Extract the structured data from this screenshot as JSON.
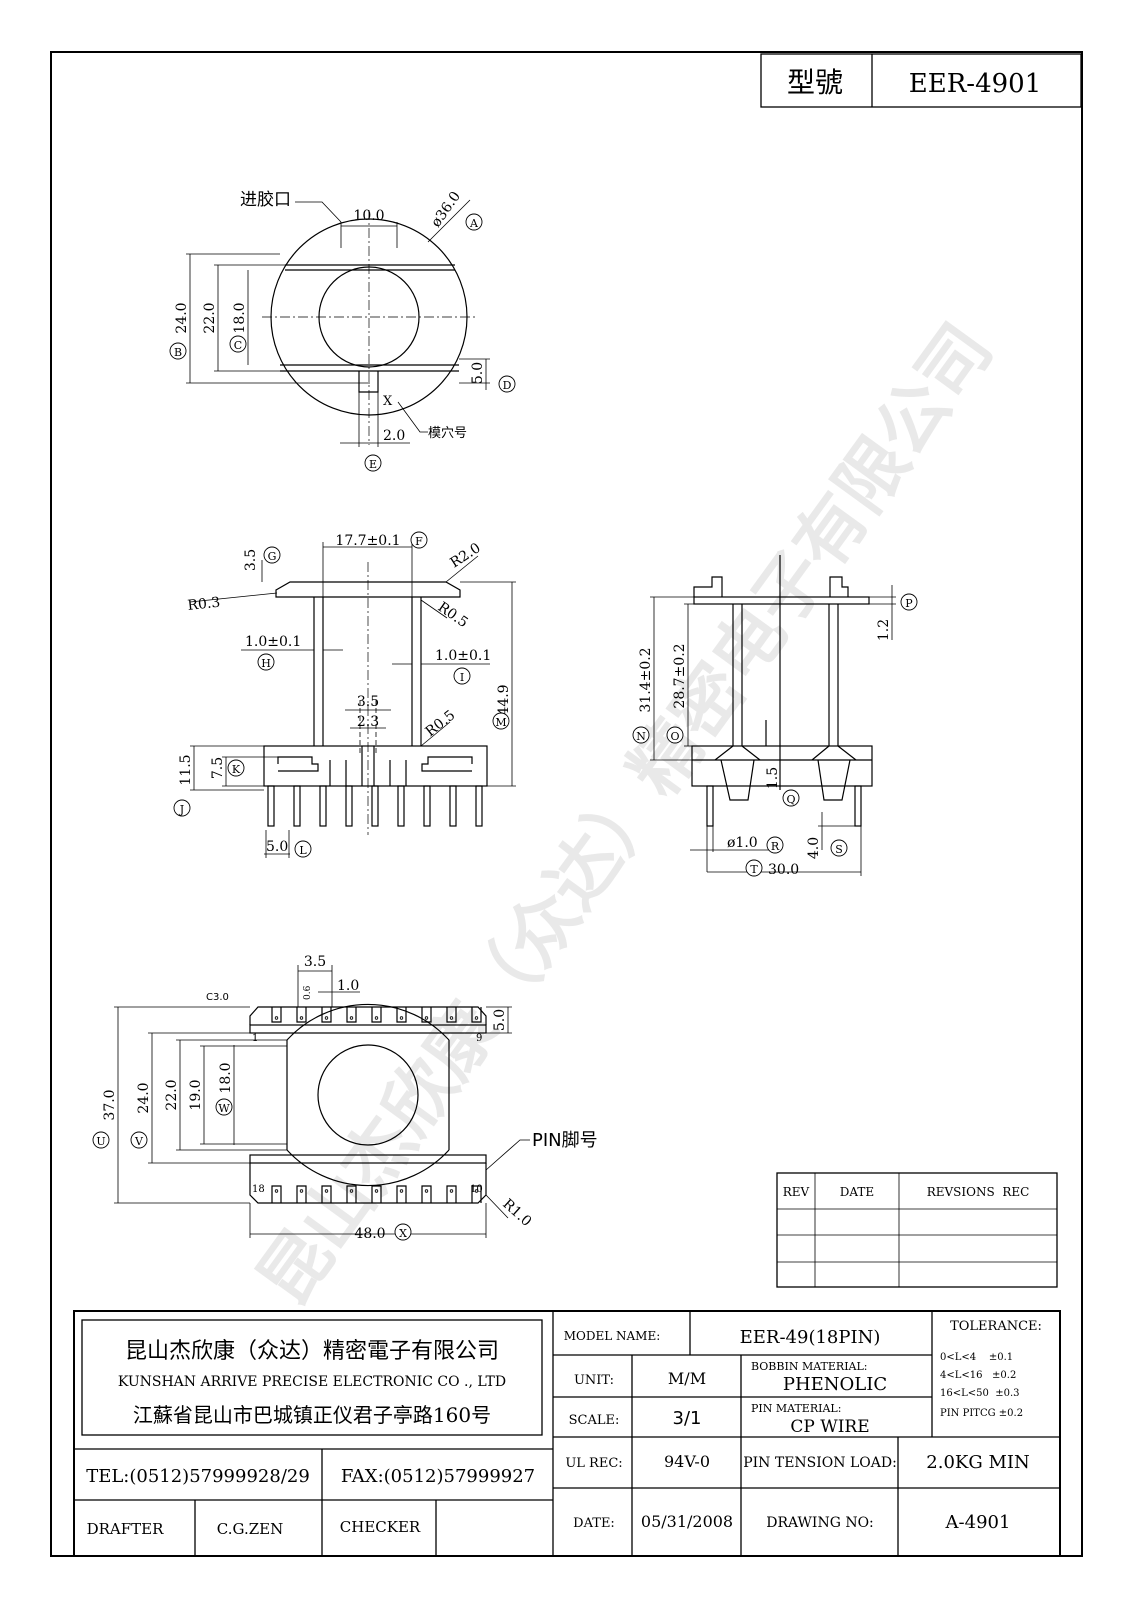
{
  "header": {
    "model_label": "型號",
    "model_value": "EER-4901"
  },
  "watermark": "昆山杰欣康（众达）精密电子有限公司",
  "top_view": {
    "gate_label": "进胶口",
    "mark_label": "模穴号",
    "mark_symbol": "X",
    "dims": {
      "gate_width": "10.0",
      "dia": "ø36.0",
      "b": "24.0",
      "c_outer": "22.0",
      "c": "18.0",
      "d": "5.0",
      "e": "2.0"
    },
    "callouts": {
      "a": "A",
      "b": "B",
      "c": "C",
      "d": "D",
      "e": "E"
    }
  },
  "front_view": {
    "dims": {
      "g": "3.5",
      "f": "17.7±0.1",
      "r2": "R2.0",
      "r03": "R0.3",
      "r05a": "R0.5",
      "h": "1.0±0.1",
      "i": "1.0±0.1",
      "center_a": "3.5",
      "center_b": "2.3",
      "r05b": "R0.5",
      "m": "44.9",
      "k": "7.5",
      "j": "11.5",
      "l": "5.0"
    },
    "callouts": {
      "g": "G",
      "f": "F",
      "h": "H",
      "i": "I",
      "m": "M",
      "k": "K",
      "j": "J",
      "l": "L"
    }
  },
  "side_view": {
    "dims": {
      "p": "1.2",
      "n": "31.4±0.2",
      "o": "28.7±0.2",
      "q": "1.5",
      "r": "ø1.0",
      "s": "4.0",
      "t": "30.0"
    },
    "callouts": {
      "p": "P",
      "n": "N",
      "o": "O",
      "q": "Q",
      "r": "R",
      "s": "S",
      "t": "T"
    }
  },
  "bottom_view": {
    "dims": {
      "c3": "C3.0",
      "slot": "3.5",
      "pin_w": "1.0",
      "small": "0.6",
      "flange": "5.0",
      "u": "37.0",
      "v": "24.0",
      "inner_a": "22.0",
      "inner_b": "19.0",
      "w": "18.0",
      "r1": "R1.0",
      "x": "48.0"
    },
    "pin_numbers": {
      "p1": "1",
      "p9": "9",
      "p18": "18",
      "p10": "10"
    },
    "pin_label": "PIN脚号",
    "callouts": {
      "u": "U",
      "v": "V",
      "w": "W",
      "x": "X"
    }
  },
  "revision_table": {
    "headers": [
      "REV",
      "DATE",
      "REVSIONS  REC"
    ]
  },
  "company": {
    "name_cn": "昆山杰欣康（众达）精密電子有限公司",
    "name_en": "KUNSHAN ARRIVE PRECISE ELECTRONIC CO ., LTD",
    "address": "江蘇省昆山市巴城镇正仪君子亭路160号",
    "tel": "TEL:(0512)57999928/29",
    "fax": "FAX:(0512)57999927",
    "drafter_label": "DRAFTER",
    "drafter": "C.G.ZEN",
    "checker_label": "CHECKER",
    "checker": ""
  },
  "specs": {
    "model_name_label": "MODEL NAME:",
    "model_name": "EER-49(18PIN)",
    "unit_label": "UNIT:",
    "unit": "M/M",
    "bobbin_label": "BOBBIN MATERIAL:",
    "bobbin": "PHENOLIC",
    "scale_label": "SCALE:",
    "scale": "3/1",
    "pin_material_label": "PIN MATERIAL:",
    "pin_material": "CP WIRE",
    "ul_label": "UL REC:",
    "ul": "94V-0",
    "tension_label": "PIN TENSION LOAD:",
    "tension": "2.0KG MIN",
    "date_label": "DATE:",
    "date": "05/31/2008",
    "drawing_no_label": "DRAWING NO:",
    "drawing_no": "A-4901"
  },
  "tolerance": {
    "title": "TOLERANCE:",
    "rows": [
      "0<L<4    ±0.1",
      "4<L<16   ±0.2",
      "16<L<50  ±0.3",
      "PIN PITCG ±0.2"
    ]
  }
}
